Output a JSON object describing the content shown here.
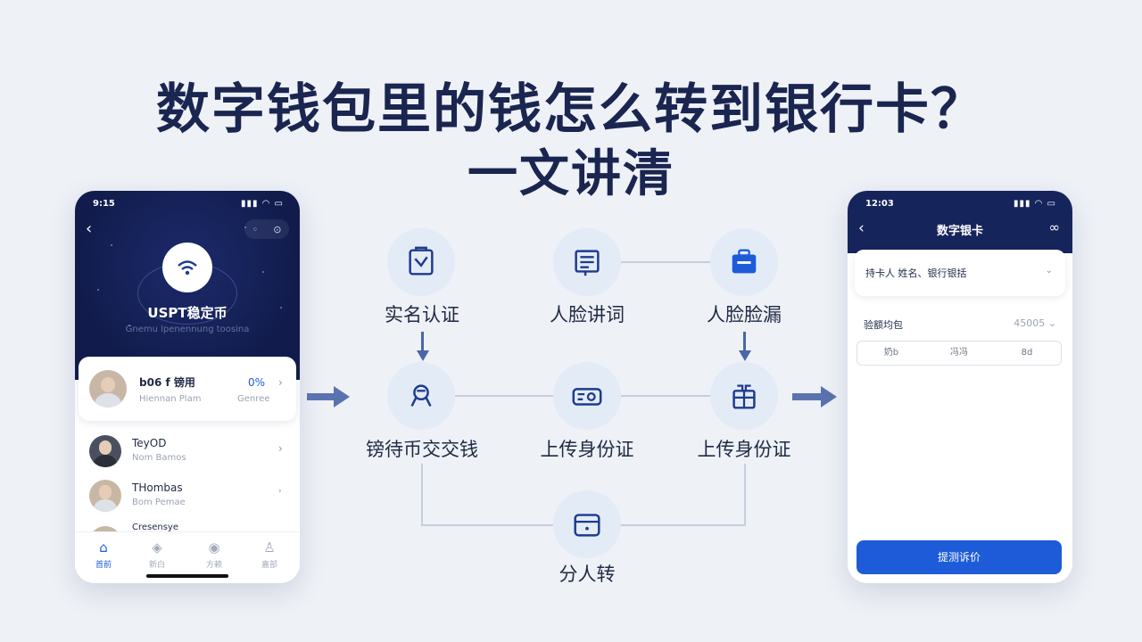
{
  "title": {
    "line1": "数字钱包里的钱怎么转到银行卡？",
    "line2": "一文讲清"
  },
  "left_phone": {
    "status_time": "9:15",
    "status_icons": "▮▮▮ ◠ ▭",
    "pill_icons": [
      "◦",
      "⊙"
    ],
    "coin_name": "USPT稳定币",
    "coin_subtitle": "Gnemu lpenennung toosina",
    "featured": {
      "name": "b06 f 镑用",
      "sub": "Hiennan Plam",
      "percent": "0%",
      "percent_sub": "Genree"
    },
    "contacts": [
      {
        "name": "TeyOD",
        "sub": "Nom Bamos"
      },
      {
        "name": "THombas",
        "sub": "Bom Pemae"
      },
      {
        "name": "Cresensye",
        "sub": ""
      }
    ],
    "tabs": [
      {
        "label": "首前",
        "icon": "home-icon",
        "glyph": "⌂"
      },
      {
        "label": "新白",
        "icon": "shield-icon",
        "glyph": "◈"
      },
      {
        "label": "方赖",
        "icon": "play-icon",
        "glyph": "◉"
      },
      {
        "label": "嘉部",
        "icon": "user-icon",
        "glyph": "♙"
      }
    ]
  },
  "flow": {
    "nodes": [
      {
        "id": "verify",
        "label": "实名认证",
        "icon": "shield-check-icon"
      },
      {
        "id": "face-talk",
        "label": "人脸讲词",
        "icon": "document-icon"
      },
      {
        "id": "face-scan",
        "label": "人脸脸漏",
        "icon": "briefcase-icon"
      },
      {
        "id": "exchange",
        "label": "镑待币交交钱",
        "icon": "coin-pouch-icon"
      },
      {
        "id": "upload-id-1",
        "label": "上传身份证",
        "icon": "id-card-icon"
      },
      {
        "id": "upload-id-2",
        "label": "上传身份证",
        "icon": "gift-icon"
      },
      {
        "id": "transfer",
        "label": "分人转",
        "icon": "wallet-icon"
      }
    ]
  },
  "right_phone": {
    "status_time": "12:03",
    "status_icons": "▮▮▮ ◠ ▭",
    "title": "数字银卡",
    "card_select": "持卡人 姓名、银行银括",
    "amount_label": "验额均包",
    "amount_value": "45005",
    "segments": [
      "奶b",
      "冯冯",
      "8d"
    ],
    "submit_label": "提测诉价"
  },
  "colors": {
    "primary": "#1d5bd8",
    "navy": "#16245c",
    "arrow": "#4a66a8",
    "icon_blue": "#1d3b8e"
  }
}
